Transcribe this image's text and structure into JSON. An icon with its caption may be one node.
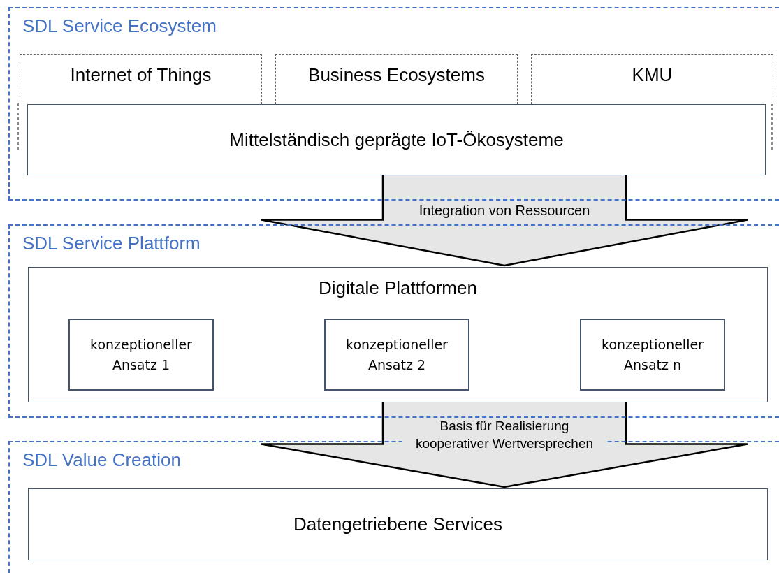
{
  "diagram": {
    "nodes": [
      {
        "text": [
          "SDL Service Ecosystem"
        ]
      },
      {
        "text": [
          "Internet of Things"
        ],
        "in": 0
      },
      {
        "text": [
          "Business Ecosystems"
        ],
        "in": 0
      },
      {
        "text": [
          "KMU"
        ],
        "in": 0
      },
      {
        "text": [
          "Mittelständisch geprägte IoT-Ökosysteme"
        ],
        "in": 0
      },
      {
        "text": [
          "SDL Service Plattform"
        ]
      },
      {
        "text": [
          "Digitale Plattformen"
        ],
        "in": 5
      },
      {
        "text": [
          "konzeptioneller Ansatz 1"
        ],
        "in": 6
      },
      {
        "text": [
          "konzeptioneller Ansatz 2"
        ],
        "in": 6
      },
      {
        "text": [
          "konzeptioneller Ansatz n"
        ],
        "in": 6
      },
      {
        "text": [
          "SDL Value Creation"
        ]
      },
      {
        "text": [
          "Datengetriebene Services"
        ],
        "in": 10
      }
    ],
    "edges": [
      {
        "from": 4,
        "to": 6,
        "arrow": "to",
        "label": "Integration von Ressourcen"
      },
      {
        "from": 6,
        "to": 11,
        "arrow": "to",
        "label": "Basis für Realisierung kooperativer Wertversprechen"
      }
    ]
  }
}
